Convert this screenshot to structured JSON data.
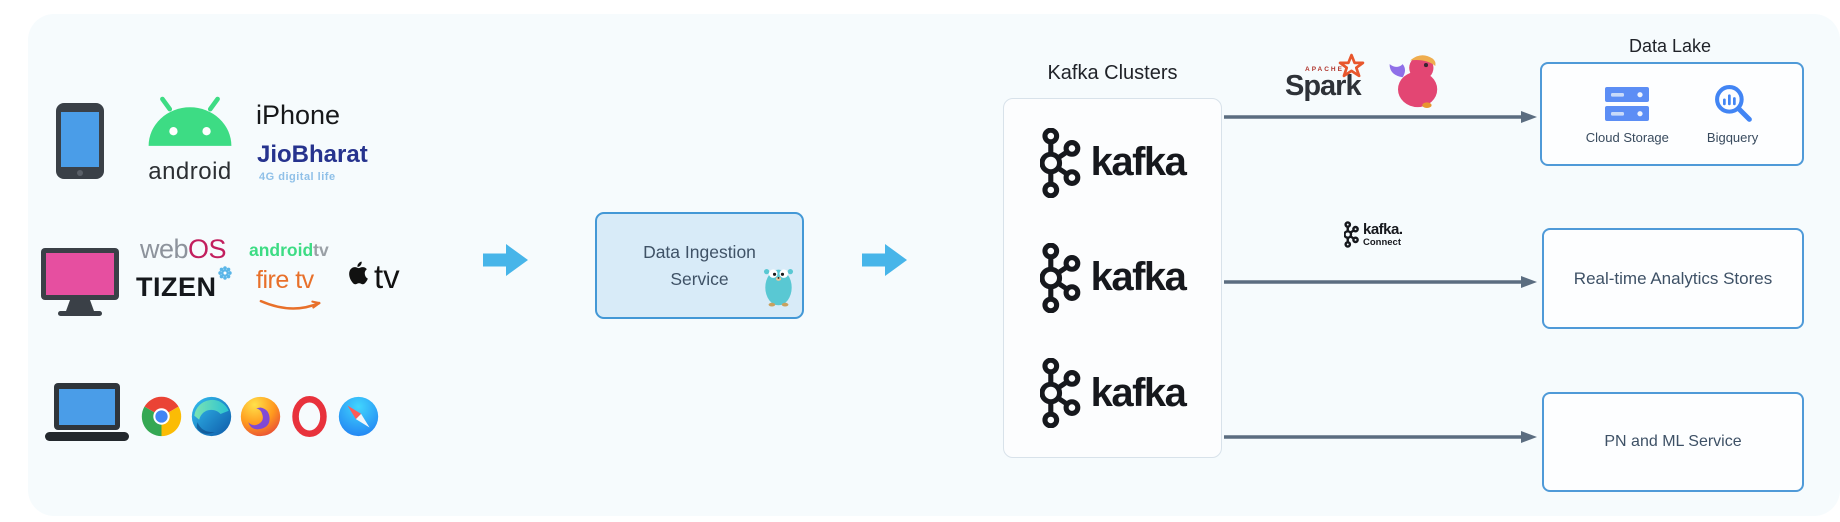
{
  "colors": {
    "canvas_bg": "#f6fbfd",
    "accent_blue": "#47b5e9",
    "arrow_gray": "#5b6d80",
    "box_border_blue": "#4f9ad8"
  },
  "sources": {
    "mobile": {
      "android_label": "android",
      "iphone_label": "iPhone",
      "jio_label": "JioBharat",
      "jio_tagline": "4G digital life"
    },
    "tv": {
      "webos_web": "web",
      "webos_os": "OS",
      "androidtv_android": "android",
      "androidtv_tv": "tv",
      "tizen_label": "TIZEN",
      "firetv_fire": "fire",
      "firetv_tv": "tv",
      "appletv_tv": "tv"
    },
    "browser_icons": [
      "chrome",
      "edge",
      "firefox",
      "opera",
      "safari"
    ]
  },
  "ingestion": {
    "line1": "Data Ingestion",
    "line2": "Service"
  },
  "kafka_clusters": {
    "title": "Kafka Clusters",
    "instances": [
      {
        "wordmark": "kafka"
      },
      {
        "wordmark": "kafka"
      },
      {
        "wordmark": "kafka"
      }
    ]
  },
  "middleware": {
    "spark_apache": "APACHE",
    "spark_name": "Spark",
    "kafka_connect_top": "kafka.",
    "kafka_connect_bottom": "Connect"
  },
  "sinks": {
    "data_lake": {
      "title": "Data Lake",
      "items": [
        {
          "label": "Cloud Storage"
        },
        {
          "label": "Bigquery"
        }
      ]
    },
    "realtime": {
      "label": "Real-time Analytics Stores"
    },
    "pn_ml": {
      "label": "PN and ML Service"
    }
  }
}
